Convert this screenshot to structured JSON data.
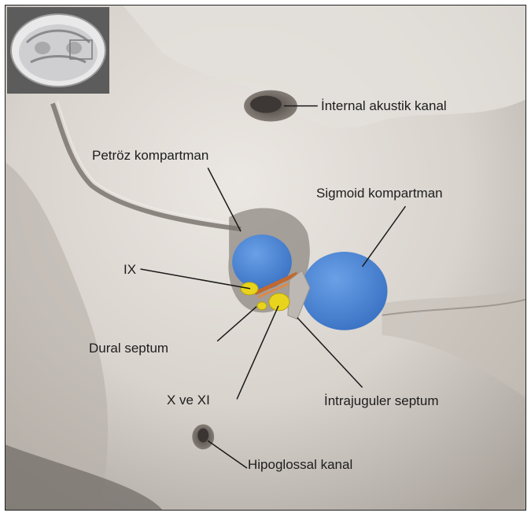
{
  "labels": {
    "internal_akustik_kanal": "İnternal akustik kanal",
    "petroz_kompartman": "Petröz kompartman",
    "sigmoid_kompartman": "Sigmoid kompartman",
    "ix": "IX",
    "dural_septum": "Dural septum",
    "x_ve_xi": "X ve XI",
    "intrajuguler_septum": "İntrajuguler septum",
    "hipoglossal_kanal": "Hipoglossal kanal"
  },
  "colors": {
    "bone": "#dcd7d1",
    "compartment_blue": "#4a86d6",
    "nerve_yellow": "#e8d41c",
    "septum_orange": "#c2682e",
    "leader_line": "#1a1a1a"
  }
}
